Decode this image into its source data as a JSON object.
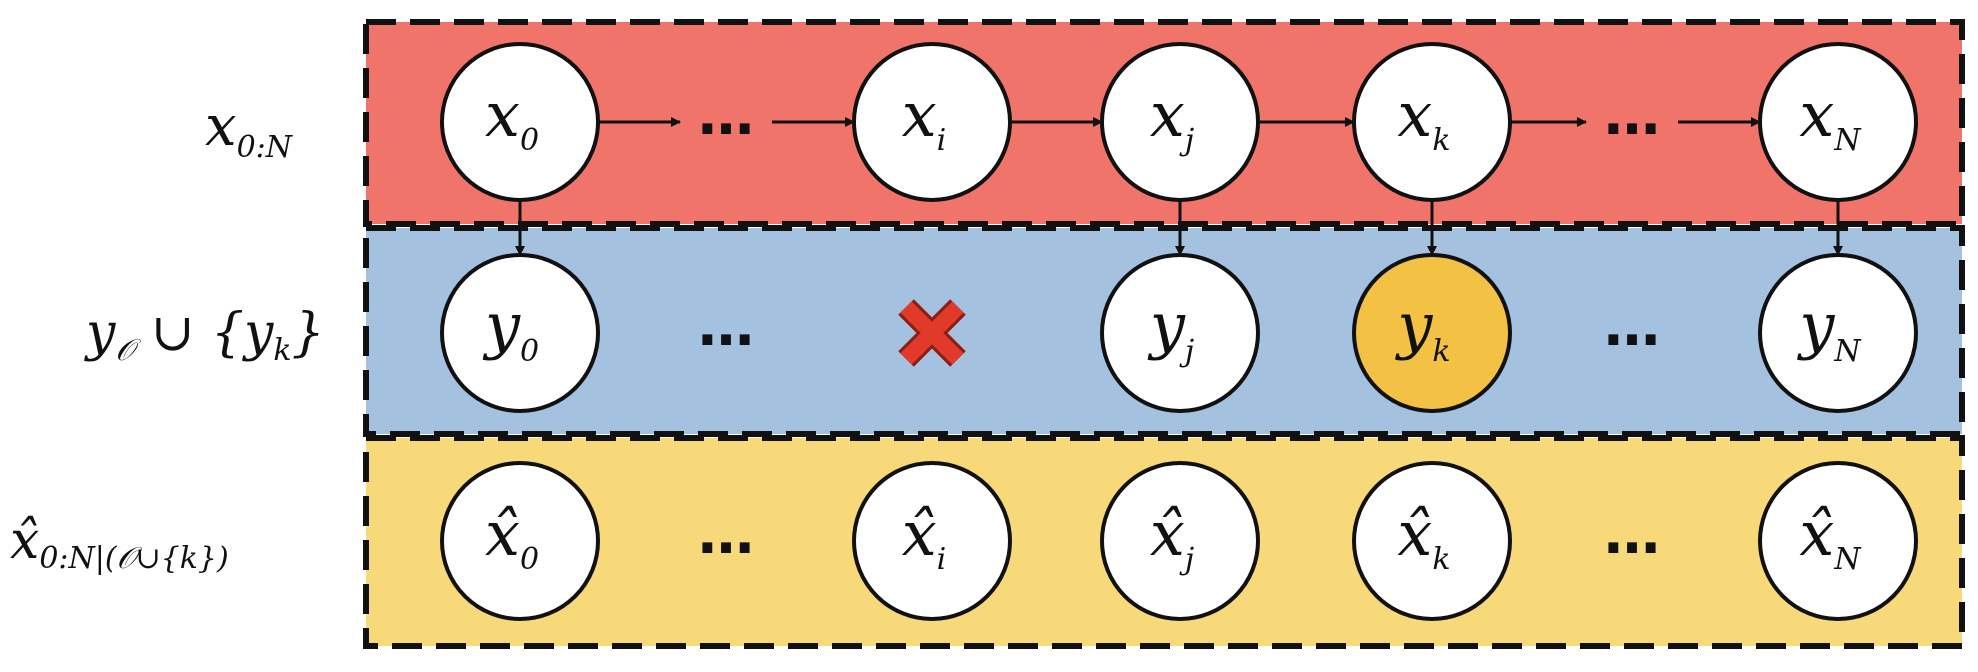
{
  "colors": {
    "row_x": "#f0746a",
    "row_y": "#a4c1e0",
    "row_xhat": "#f7d97a",
    "node_default": "#ffffff",
    "node_highlight": "#f3c244",
    "cross": "#e23a2a",
    "stroke": "#111111"
  },
  "rows": [
    {
      "key": "x",
      "label": {
        "base": "x",
        "sub": "0:N"
      },
      "nodes": [
        {
          "base": "x",
          "sub": "0",
          "hat": false,
          "highlight": false
        },
        {
          "ellipsis": true
        },
        {
          "base": "x",
          "sub": "i",
          "hat": false,
          "highlight": false
        },
        {
          "base": "x",
          "sub": "j",
          "hat": false,
          "highlight": false
        },
        {
          "base": "x",
          "sub": "k",
          "hat": false,
          "highlight": false
        },
        {
          "ellipsis": true
        },
        {
          "base": "x",
          "sub": "N",
          "hat": false,
          "highlight": false
        }
      ]
    },
    {
      "key": "y",
      "label": {
        "base": "y",
        "sub": "𝒪",
        "rest": " ∪ {y",
        "rest_sub": "k",
        "tail": "}"
      },
      "nodes": [
        {
          "base": "y",
          "sub": "0",
          "hat": false,
          "highlight": false
        },
        {
          "ellipsis": true
        },
        {
          "missing": true,
          "icon": "cross-icon"
        },
        {
          "base": "y",
          "sub": "j",
          "hat": false,
          "highlight": false
        },
        {
          "base": "y",
          "sub": "k",
          "hat": false,
          "highlight": true
        },
        {
          "ellipsis": true
        },
        {
          "base": "y",
          "sub": "N",
          "hat": false,
          "highlight": false
        }
      ]
    },
    {
      "key": "xhat",
      "label": {
        "base": "x̂",
        "sub": "0:N|(𝒪∪{k})"
      },
      "nodes": [
        {
          "base": "x̂",
          "sub": "0",
          "hat": true,
          "highlight": false
        },
        {
          "ellipsis": true
        },
        {
          "base": "x̂",
          "sub": "i",
          "hat": true,
          "highlight": false
        },
        {
          "base": "x̂",
          "sub": "j",
          "hat": true,
          "highlight": false
        },
        {
          "base": "x̂",
          "sub": "k",
          "hat": true,
          "highlight": false
        },
        {
          "ellipsis": true
        },
        {
          "base": "x̂",
          "sub": "N",
          "hat": true,
          "highlight": false
        }
      ]
    }
  ],
  "ellipsis_text": "…",
  "edges": {
    "chain": "x-row chain with ellipsis gaps",
    "emissions_from": [
      0,
      3,
      4,
      6
    ]
  }
}
